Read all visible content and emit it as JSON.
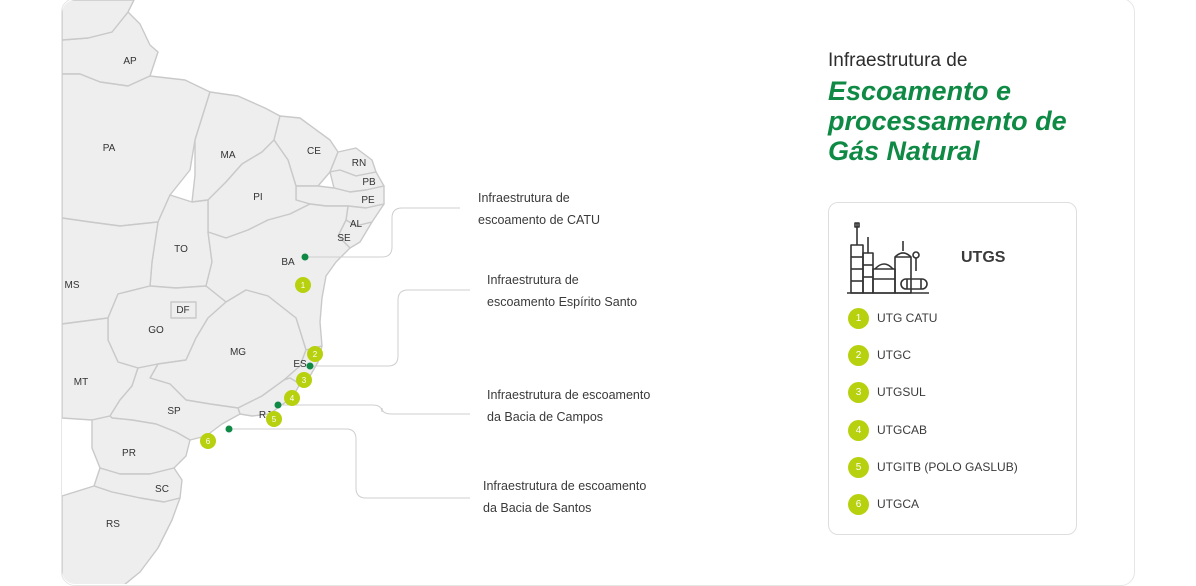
{
  "title": {
    "prefix": "Infraestrutura de",
    "main_lines": [
      "Escoamento e",
      "processamento de",
      "Gás Natural"
    ]
  },
  "colors": {
    "accent_green": "#0f8a45",
    "marker_lime": "#b7d10f",
    "point_dark_green": "#0f8a45",
    "state_fill": "#eeeeee",
    "state_border": "#c9c9c9"
  },
  "map": {
    "states": [
      "AP",
      "PA",
      "MA",
      "CE",
      "RN",
      "PB",
      "PE",
      "PI",
      "AL",
      "SE",
      "TO",
      "BA",
      "MS",
      "DF",
      "GO",
      "MG",
      "ES",
      "MT",
      "SP",
      "RJ",
      "PR",
      "SC",
      "RS"
    ],
    "markers": [
      "1",
      "2",
      "3",
      "4",
      "5",
      "6"
    ]
  },
  "callouts": [
    {
      "lines": [
        "Infraestrutura de",
        "escoamento de CATU"
      ]
    },
    {
      "lines": [
        "Infraestrutura de",
        "escoamento Espírito Santo"
      ]
    },
    {
      "lines": [
        "Infraestrutura de escoamento",
        "da Bacia de Campos"
      ]
    },
    {
      "lines": [
        "Infraestrutura de escoamento",
        "da Bacia de Santos"
      ]
    }
  ],
  "legend": {
    "heading": "UTGS",
    "icon": "gas-processing-plant-icon",
    "items": [
      {
        "num": "1",
        "label": "UTG CATU"
      },
      {
        "num": "2",
        "label": "UTGC"
      },
      {
        "num": "3",
        "label": "UTGSUL"
      },
      {
        "num": "4",
        "label": "UTGCAB"
      },
      {
        "num": "5",
        "label": "UTGITB (POLO GASLUB)"
      },
      {
        "num": "6",
        "label": "UTGCA"
      }
    ]
  }
}
